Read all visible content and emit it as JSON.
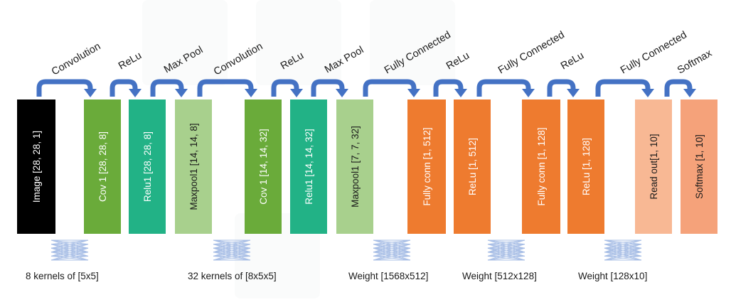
{
  "layers": [
    {
      "label": "Image [28, 28, 1]",
      "fill": "#000000",
      "text_color": "#ffffff"
    },
    {
      "label": "Cov 1  [28, 28, 8]",
      "fill": "#6aab3a",
      "text_color": "#ffffff"
    },
    {
      "label": "Relu1 [28, 28, 8]",
      "fill": "#22b286",
      "text_color": "#ffffff"
    },
    {
      "label": "Maxpool1 [14, 14, 8]",
      "fill": "#a8d08d",
      "text_color": "#1a1a1a"
    },
    {
      "label": "Cov 1  [14, 14, 32]",
      "fill": "#6aab3a",
      "text_color": "#ffffff"
    },
    {
      "label": "Relu1 [14, 14, 32]",
      "fill": "#22b286",
      "text_color": "#ffffff"
    },
    {
      "label": "Maxpool1 [7, 7, 32]",
      "fill": "#a8d08d",
      "text_color": "#1a1a1a"
    },
    {
      "label": "Fully conn [1, 512]",
      "fill": "#ee7b2f",
      "text_color": "#ffffff"
    },
    {
      "label": "ReLu  [1, 512]",
      "fill": "#ee7b2f",
      "text_color": "#ffffff"
    },
    {
      "label": "Fully conn [1, 128]",
      "fill": "#ee7b2f",
      "text_color": "#ffffff"
    },
    {
      "label": "ReLu  [1, 128]",
      "fill": "#ee7b2f",
      "text_color": "#ffffff"
    },
    {
      "label": "Read out[1, 10]",
      "fill": "#f8b894",
      "text_color": "#1a1a1a"
    },
    {
      "label": "Softmax [1, 10]",
      "fill": "#f5a27a",
      "text_color": "#1a1a1a"
    }
  ],
  "operations": [
    {
      "label": "Convolution"
    },
    {
      "label": "ReLu"
    },
    {
      "label": "Max Pool"
    },
    {
      "label": "Convolution"
    },
    {
      "label": "ReLu"
    },
    {
      "label": "Max Pool"
    },
    {
      "label": "Fully Connected"
    },
    {
      "label": "ReLu"
    },
    {
      "label": "Fully Connected"
    },
    {
      "label": "ReLu"
    },
    {
      "label": "Fully Connected"
    },
    {
      "label": "Softmax"
    }
  ],
  "weights": [
    {
      "label": "8 kernels of [5x5]"
    },
    {
      "label": "32 kernels of [8x5x5]"
    },
    {
      "label": "Weight [1568x512]"
    },
    {
      "label": "Weight [512x128]"
    },
    {
      "label": "Weight [128x10]"
    }
  ],
  "colors": {
    "arrow": "#4472c4",
    "mesh": "#a9bfe6"
  }
}
